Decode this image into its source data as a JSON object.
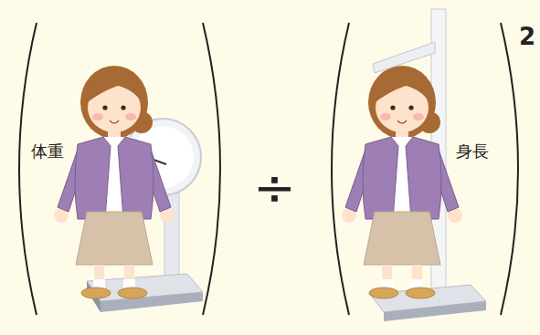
{
  "diagram": {
    "labels": [
      "体重",
      "÷",
      "身長",
      "2"
    ]
  }
}
